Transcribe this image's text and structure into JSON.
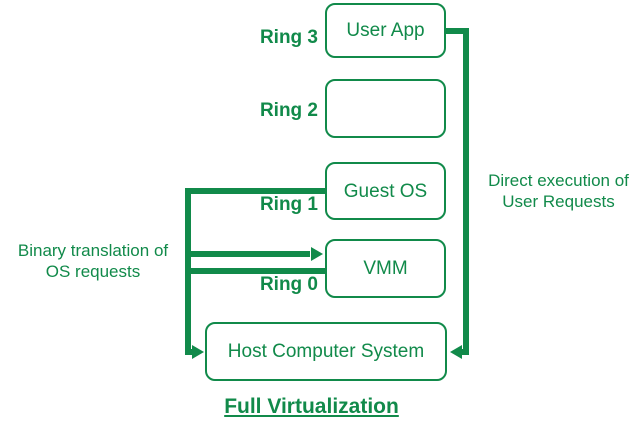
{
  "colors": {
    "green": "#118a4a",
    "background": "#ffffff"
  },
  "title": "Full Virtualization",
  "rings": [
    {
      "label": "Ring 3",
      "box_text": "User App"
    },
    {
      "label": "Ring 2",
      "box_text": ""
    },
    {
      "label": "Ring 1",
      "box_text": "Guest OS"
    },
    {
      "label": "Ring 0",
      "box_text": "VMM"
    }
  ],
  "host_box_text": "Host Computer System",
  "annotations": {
    "binary_translation": "Binary translation of\nOS requests",
    "direct_execution": "Direct execution of\nUser Requests"
  }
}
